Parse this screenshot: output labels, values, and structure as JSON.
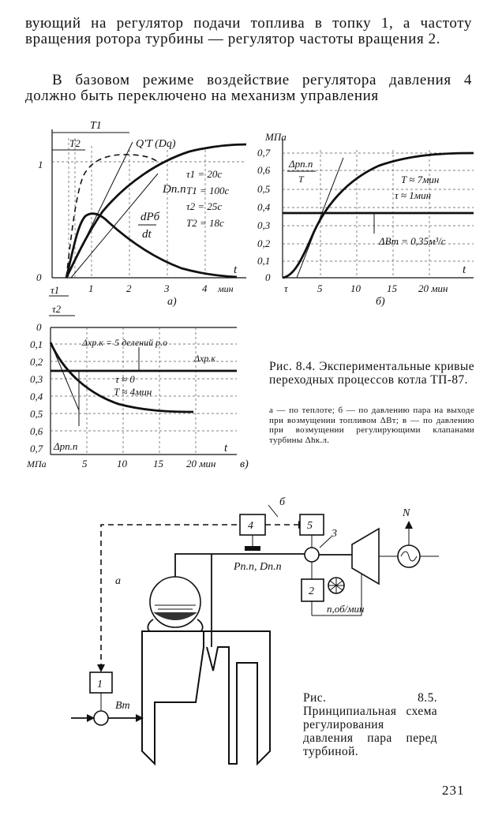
{
  "text": {
    "para1": "вующий на регулятор подачи топлива в топку 1, а частоту вращения ротора турбины — регулятор частоты вращения 2.",
    "para2": "В базовом режиме воздействие регулятора давления 4 должно быть переключено на механизм управления"
  },
  "fig84": {
    "a": {
      "label_t1_top": "T1",
      "label_t2_top": "T2",
      "label_q": "Q'T (Dq)",
      "label_dpp": "Dп.п",
      "label_deriv_num": "dPб",
      "label_deriv_den": "dt",
      "params": [
        "τ1 = 20c",
        "T1 = 100c",
        "τ2 = 25c",
        "T2 = 18c"
      ],
      "ylabel_one": "1",
      "ylabel_zero": "0",
      "xlabel_t": "t",
      "xticks": [
        "1",
        "2",
        "3",
        "4",
        "мин"
      ],
      "tau1": "τ1",
      "tau2": "τ2",
      "panel": "а)"
    },
    "b": {
      "ylabel": "МПа",
      "yticks": [
        "0,7",
        "0,6",
        "0,5",
        "0,4",
        "0,3",
        "0,2",
        "0,1",
        "0"
      ],
      "xticks": [
        "5",
        "10",
        "15",
        "20 мин"
      ],
      "xlabel_t": "t",
      "tau": "τ",
      "dp_label": "Δpп.п",
      "dp_den": "T",
      "T_label": "T ≈ 7мин",
      "tau_label": "τ ≈ 1мин",
      "dB_label": "ΔBт = 0,35м³/с",
      "panel": "б)"
    },
    "v": {
      "yticks": [
        "0",
        "0,1",
        "0,2",
        "0,3",
        "0,4",
        "0,5",
        "0,6",
        "0,7"
      ],
      "ylabel": "МПа",
      "xticks": [
        "5",
        "10",
        "15",
        "20 мин"
      ],
      "xlabel_t": "t",
      "dx_label": "Δxр.к = 5 делений р.о",
      "dx_right": "Δxр.к",
      "tau_label": "τ ≈ 0",
      "T_label": "T ≈ 4мин",
      "dp_label": "Δpп.п",
      "panel": "в)"
    },
    "caption_title": "Рис. 8.4. Экспериментальные кривые переходных процессов котла ТП-87.",
    "caption_sub": "а — по теплоте; б — по давлению пара на выходе при возмущении топливом ΔBт; в — по давлению при возмущении регулирующими клапанами турбины Δhк.л."
  },
  "fig85": {
    "box4": "4",
    "box5": "5",
    "box2": "2",
    "box1": "1",
    "label_b": "б",
    "label_a": "а",
    "label_3": "3",
    "label_N": "N",
    "label_p": "Pп.п, Dп.п",
    "label_n": "n,об/мин",
    "label_bt": "Bт",
    "caption": "Рис. 8.5. Принципиальная схема регулирования давления пара перед турбиной."
  },
  "page_number": "231"
}
